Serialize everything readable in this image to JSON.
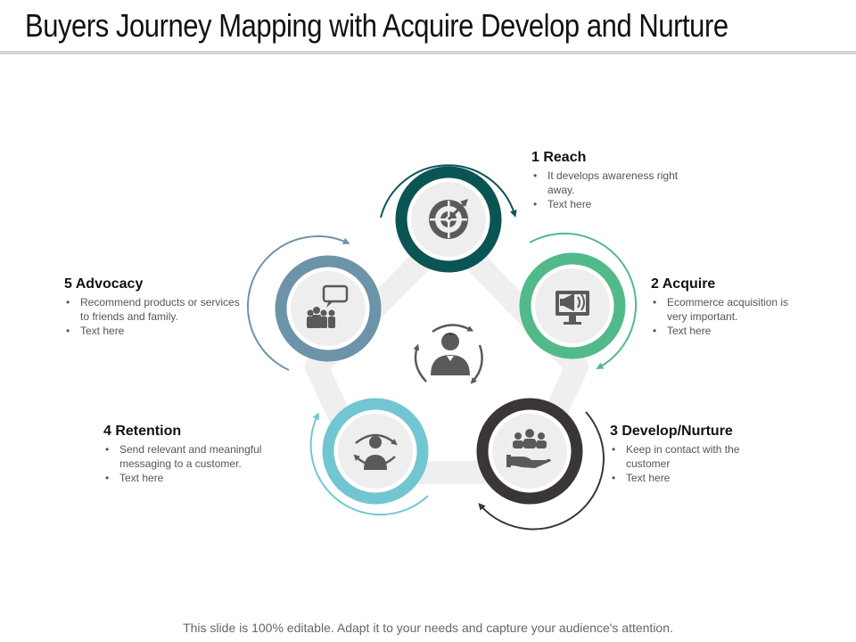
{
  "title": "Buyers Journey Mapping with Acquire Develop and Nurture",
  "footer": "This slide is 100% editable. Adapt it to your needs and capture your audience's attention.",
  "colors": {
    "reach": "#0b5454",
    "acquire": "#52b98a",
    "develop": "#3a3636",
    "retention": "#72c6d2",
    "advocacy": "#6d93a9",
    "pentagon": "#efefef",
    "icon": "#5a5a5a",
    "inner_fill": "#eeeeee"
  },
  "center_icon": "person-cycle-icon",
  "steps": [
    {
      "id": "reach",
      "heading": "1 Reach",
      "icon": "target-icon",
      "bullets": [
        "It develops awareness right away.",
        "Text here"
      ]
    },
    {
      "id": "acquire",
      "heading": "2 Acquire",
      "icon": "megaphone-monitor-icon",
      "bullets": [
        "Ecommerce acquisition is very important.",
        "Text here"
      ]
    },
    {
      "id": "develop",
      "heading": "3 Develop/Nurture",
      "icon": "hand-people-icon",
      "bullets": [
        "Keep in contact with the customer",
        "Text here"
      ]
    },
    {
      "id": "retention",
      "heading": "4 Retention",
      "icon": "eye-person-icon",
      "bullets": [
        "Send relevant and meaningful messaging to a customer.",
        "Text here"
      ]
    },
    {
      "id": "advocacy",
      "heading": "5 Advocacy",
      "icon": "group-chat-icon",
      "bullets": [
        "Recommend products or services to friends and family.",
        "Text here"
      ]
    }
  ]
}
